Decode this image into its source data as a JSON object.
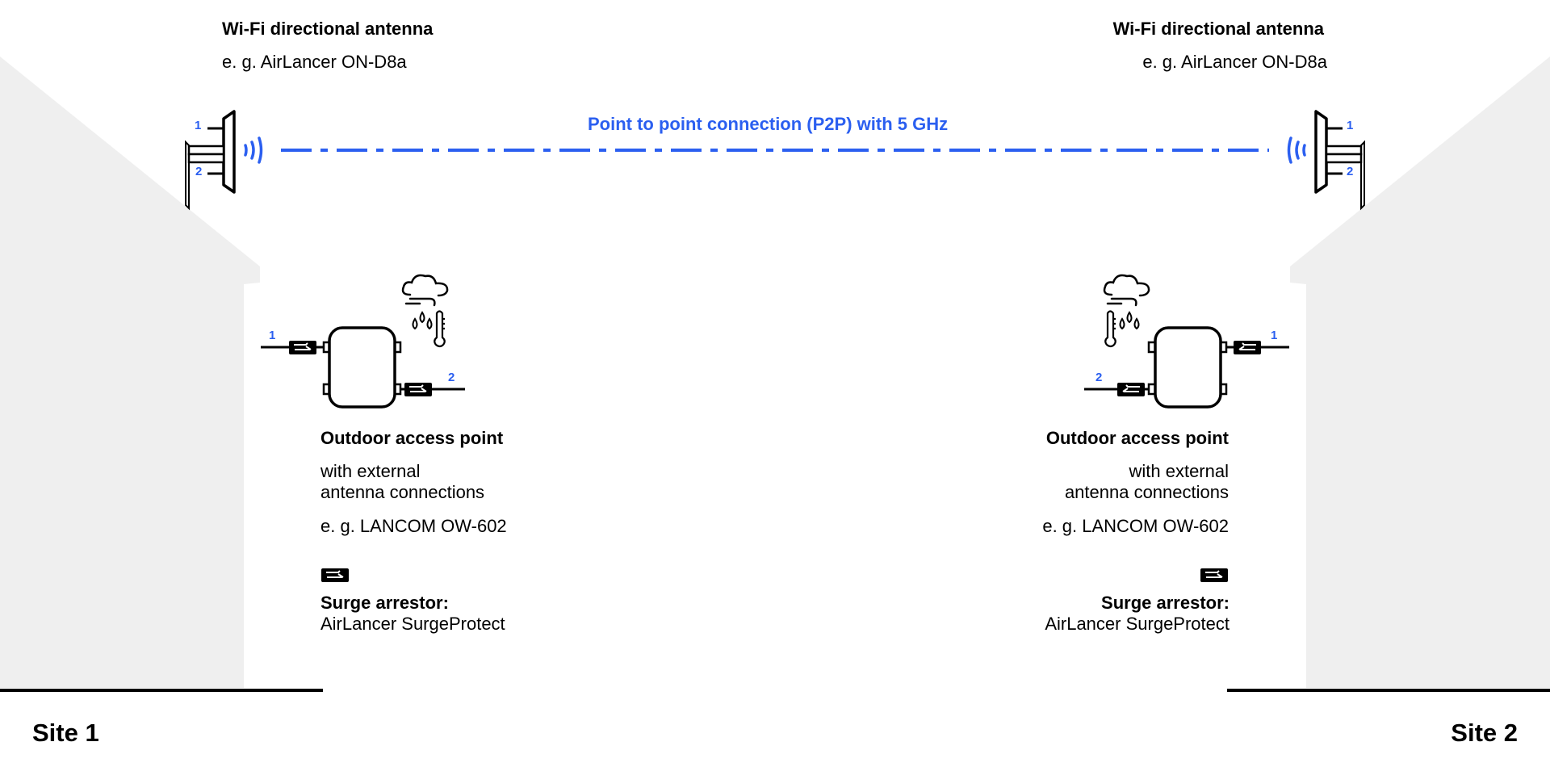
{
  "colors": {
    "accent_blue": "#2b5ff0",
    "house_gray": "#efefef",
    "line_black": "#000000"
  },
  "link": {
    "label": "Point to point connection (P2P) with 5 GHz"
  },
  "antenna_left": {
    "title": "Wi-Fi directional antenna",
    "model": "e. g. AirLancer ON-D8a",
    "port_1": "1",
    "port_2": "2"
  },
  "antenna_right": {
    "title": "Wi-Fi directional antenna",
    "model": "e. g. AirLancer ON-D8a",
    "port_1": "1",
    "port_2": "2"
  },
  "ap_left": {
    "title": "Outdoor access point",
    "line_1": "with external",
    "line_2": "antenna connections",
    "model": "e. g. LANCOM OW-602",
    "port_1": "1",
    "port_2": "2"
  },
  "ap_right": {
    "title": "Outdoor access point",
    "line_1": "with external",
    "line_2": "antenna connections",
    "model": "e. g. LANCOM OW-602",
    "port_1": "1",
    "port_2": "2"
  },
  "surge_left": {
    "title": "Surge arrestor:",
    "model": "AirLancer SurgeProtect"
  },
  "surge_right": {
    "title": "Surge arrestor:",
    "model": "AirLancer SurgeProtect"
  },
  "sites": {
    "left": "Site 1",
    "right": "Site 2"
  },
  "icons": [
    "antenna-icon",
    "signal-waves-icon",
    "outdoor-ap-icon",
    "surge-arrestor-icon",
    "weather-cloud-icon",
    "rain-drops-icon",
    "thermometer-icon"
  ]
}
